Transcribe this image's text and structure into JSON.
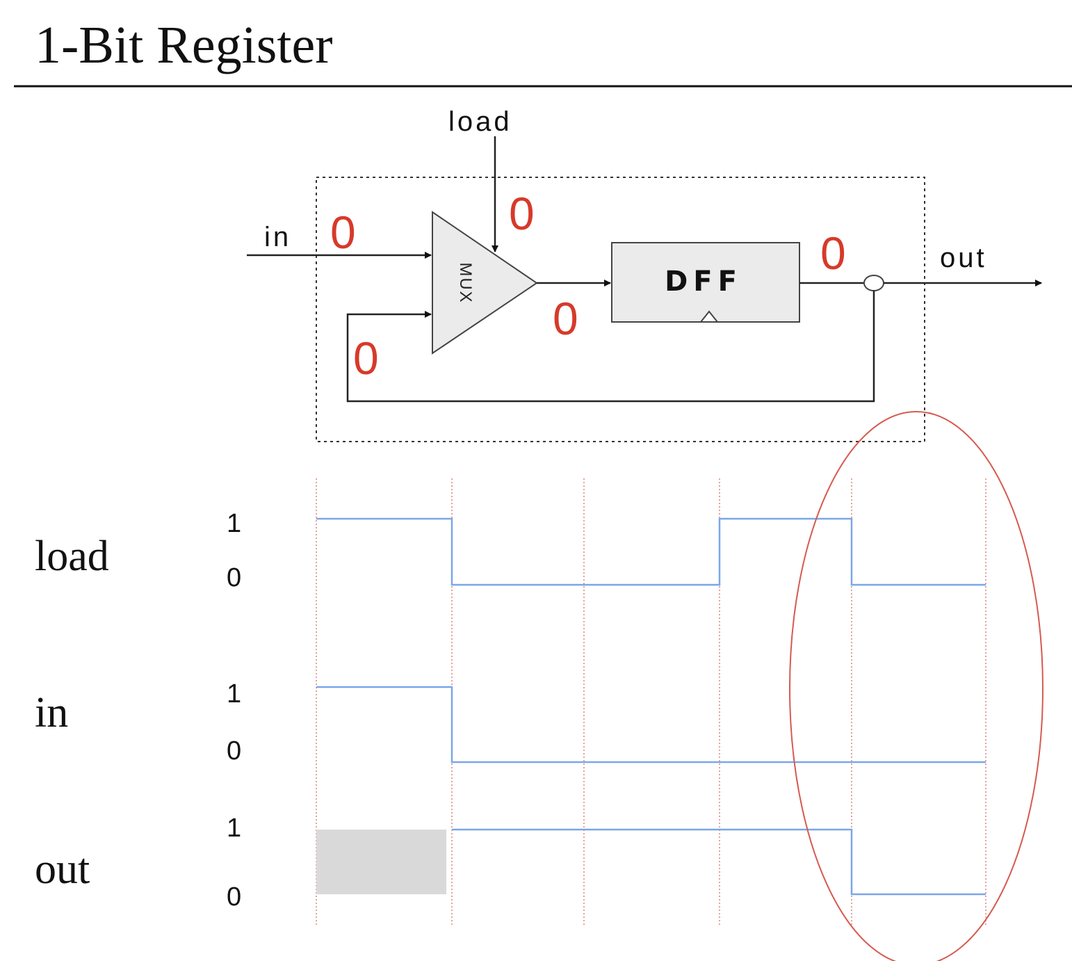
{
  "title": "1-Bit Register",
  "circuit": {
    "load_label": "load",
    "in_label": "in",
    "out_label": "out",
    "mux_label": "MUX",
    "dff_label": "DFF",
    "values": {
      "in": "0",
      "load": "0",
      "feedback": "0",
      "mux_out": "0",
      "dff_out": "0"
    }
  },
  "timing": {
    "signals": [
      {
        "name": "load",
        "high": "1",
        "low": "0",
        "levels": [
          1,
          0,
          0,
          1,
          0
        ]
      },
      {
        "name": "in",
        "high": "1",
        "low": "0",
        "levels": [
          1,
          0,
          0,
          0,
          0
        ]
      },
      {
        "name": "out",
        "high": "1",
        "low": "0",
        "levels": [
          null,
          1,
          1,
          1,
          0
        ]
      }
    ],
    "cycles": 5
  },
  "colors": {
    "values": "#d63a2a",
    "waveform": "#7aa7e8",
    "clock_lines": "#e08080",
    "highlight_ellipse": "#d65a50",
    "unknown_shade": "#d9d9d9"
  }
}
